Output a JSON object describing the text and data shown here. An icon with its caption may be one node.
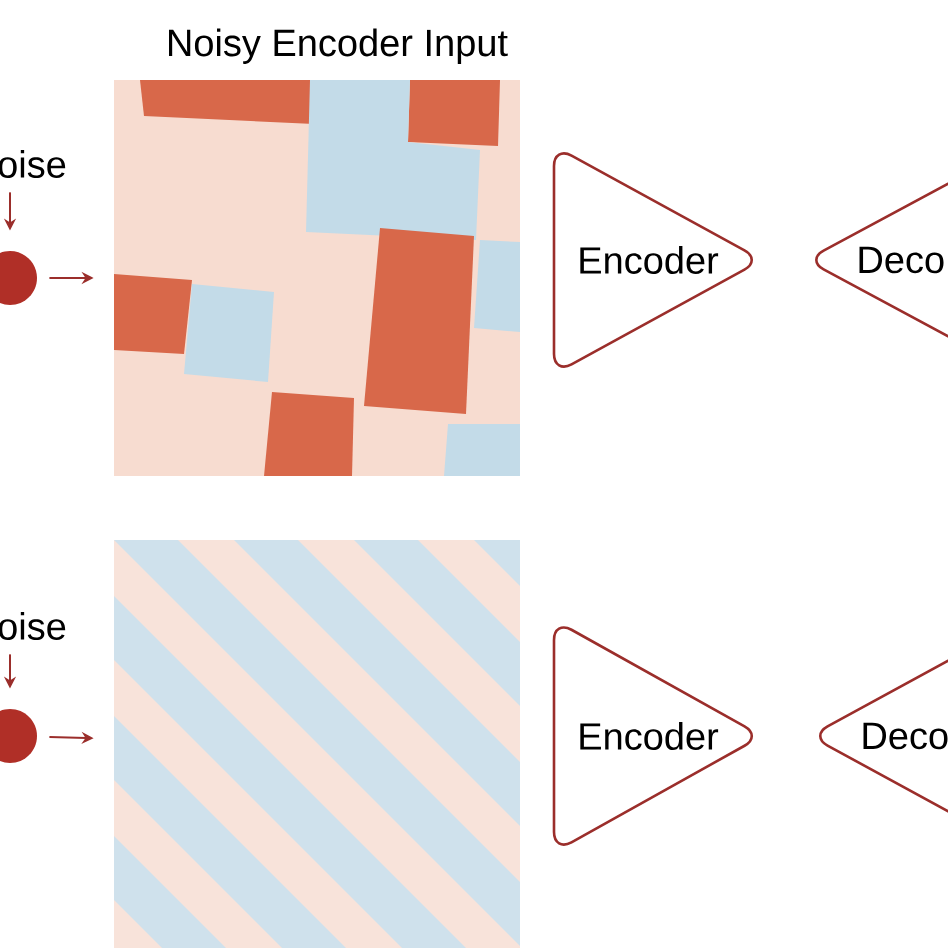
{
  "diagram": {
    "nodes": [
      {
        "text": [
          "oise"
        ]
      },
      {
        "text": [],
        "shape": "circle"
      },
      {
        "text": [
          "Noisy Encoder Input"
        ]
      },
      {
        "text": [
          "Encoder"
        ]
      },
      {
        "text": [
          "Deco"
        ]
      },
      {
        "text": [
          "oise"
        ]
      },
      {
        "text": [],
        "shape": "circle"
      },
      {
        "text": [],
        "shape": "picture"
      },
      {
        "text": [
          "Encoder"
        ]
      },
      {
        "text": [
          "Deco"
        ]
      }
    ],
    "edges": [
      {
        "from": 0,
        "to": 1,
        "arrow": "to"
      },
      {
        "from": 1,
        "to": 2,
        "arrow": "to"
      },
      {
        "from": 5,
        "to": 6,
        "arrow": "to"
      },
      {
        "from": 6,
        "to": 7,
        "arrow": "to"
      }
    ]
  }
}
